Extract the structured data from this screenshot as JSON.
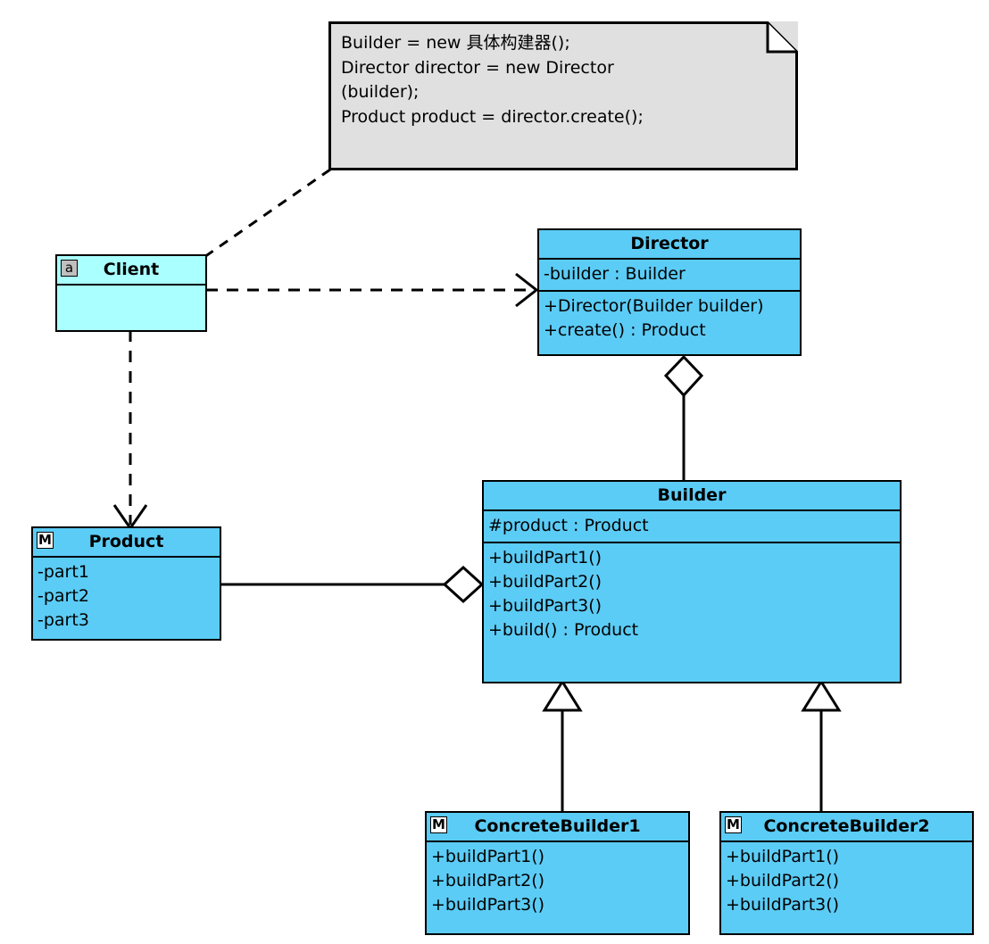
{
  "diagram": {
    "title": "Builder Pattern UML Class Diagram",
    "colors": {
      "class_fill": "#5bccf6",
      "client_fill": "#aaffff",
      "note_fill": "#e0e0e0",
      "line": "#000000",
      "background": "#ffffff"
    }
  },
  "note": {
    "text": "Builder = new 具体构建器();\nDirector director = new Director\n(builder);\nProduct product = director.create();",
    "lines": [
      "Builder = new 具体构建器();",
      "Director director = new Director",
      "(builder);",
      "Product product = director.create();"
    ]
  },
  "classes": {
    "client": {
      "name": "Client",
      "badge": "a",
      "badge_icon": "abstract-class-icon",
      "attributes": [],
      "operations": []
    },
    "director": {
      "name": "Director",
      "badge": "",
      "attributes": [
        "-builder : Builder"
      ],
      "operations": [
        "+Director(Builder builder)",
        "+create() : Product"
      ]
    },
    "builder": {
      "name": "Builder",
      "badge": "",
      "attributes": [
        "#product : Product"
      ],
      "operations": [
        "+buildPart1()",
        "+buildPart2()",
        "+buildPart3()",
        "+build() : Product"
      ]
    },
    "product": {
      "name": "Product",
      "badge": "M",
      "badge_icon": "model-class-icon",
      "attributes": [
        "-part1",
        "-part2",
        "-part3"
      ],
      "operations": []
    },
    "concrete_builder_1": {
      "name": "ConcreteBuilder1",
      "badge": "M",
      "badge_icon": "model-class-icon",
      "attributes": [],
      "operations": [
        "+buildPart1()",
        "+buildPart2()",
        "+buildPart3()"
      ]
    },
    "concrete_builder_2": {
      "name": "ConcreteBuilder2",
      "badge": "M",
      "badge_icon": "model-class-icon",
      "attributes": [],
      "operations": [
        "+buildPart1()",
        "+buildPart2()",
        "+buildPart3()"
      ]
    }
  },
  "relationships": [
    {
      "name": "note-anchor",
      "from": "note",
      "to": "client",
      "style": "dashed",
      "arrow": "none"
    },
    {
      "name": "client-uses-director",
      "from": "client",
      "to": "director",
      "style": "dashed",
      "arrow": "open"
    },
    {
      "name": "client-uses-product",
      "from": "client",
      "to": "product",
      "style": "dashed",
      "arrow": "open"
    },
    {
      "name": "director-aggregates-builder",
      "from": "director",
      "to": "builder",
      "style": "solid",
      "arrow": "hollow-diamond"
    },
    {
      "name": "builder-aggregates-product",
      "from": "builder",
      "to": "product",
      "style": "solid",
      "arrow": "hollow-diamond"
    },
    {
      "name": "concretebuilder1-extends-builder",
      "from": "concrete_builder_1",
      "to": "builder",
      "style": "solid",
      "arrow": "hollow-triangle"
    },
    {
      "name": "concretebuilder2-extends-builder",
      "from": "concrete_builder_2",
      "to": "builder",
      "style": "solid",
      "arrow": "hollow-triangle"
    }
  ]
}
